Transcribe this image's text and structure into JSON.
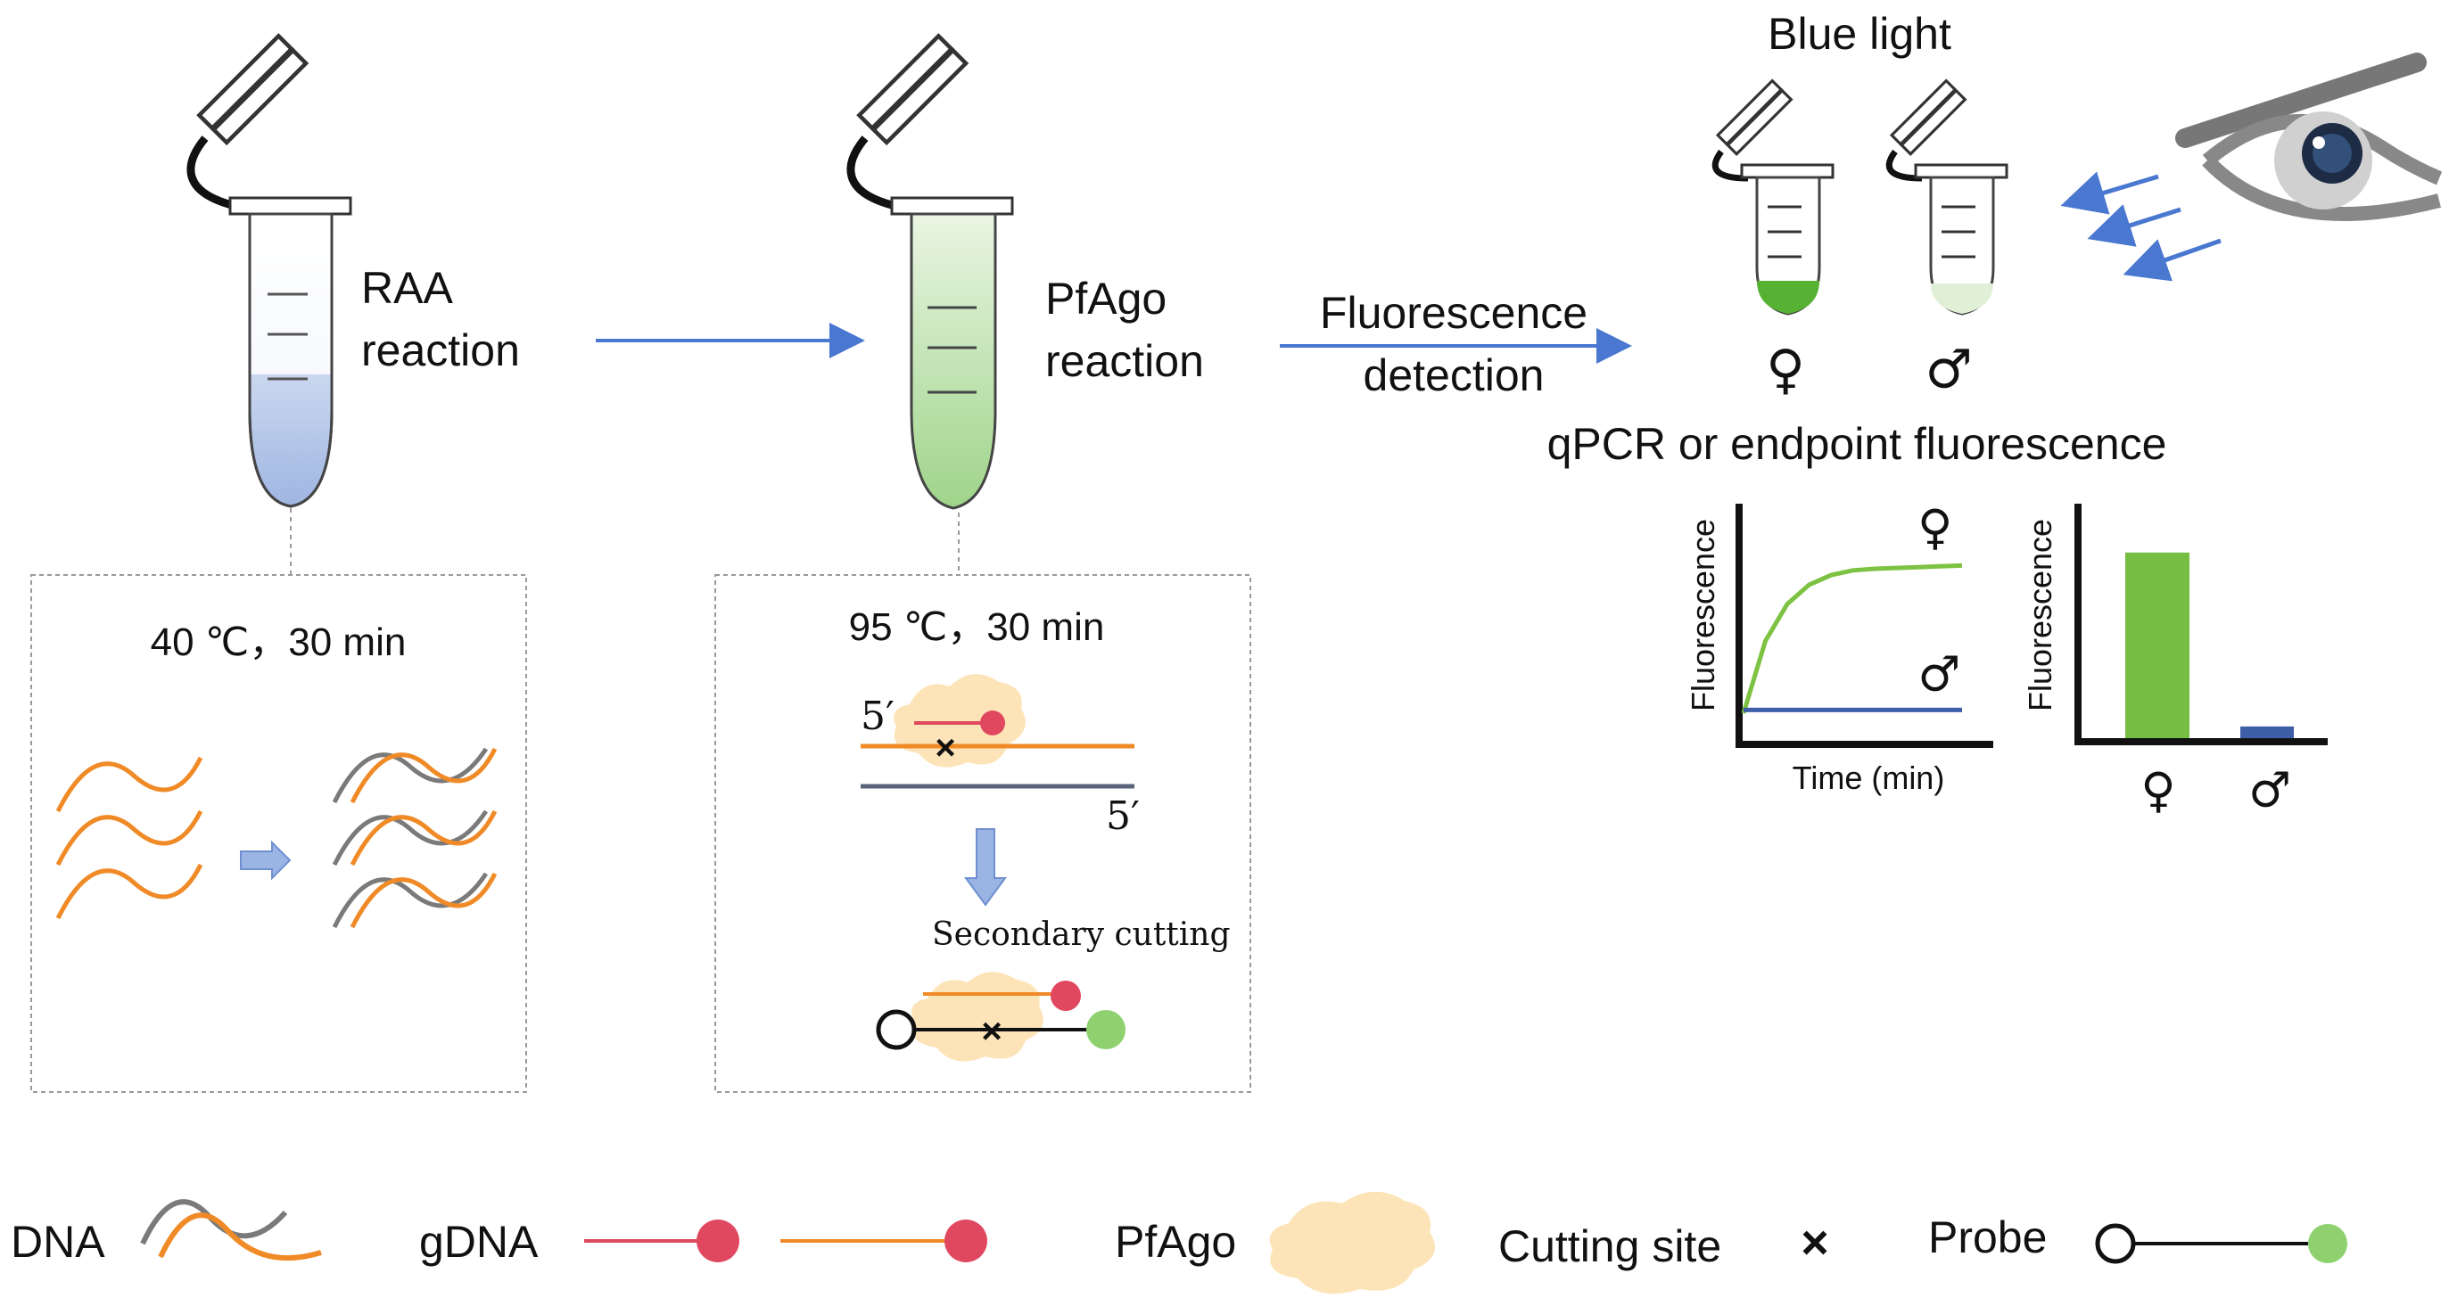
{
  "steps": {
    "raa": {
      "line1": "RAA",
      "line2": "reaction",
      "conditions": "40 ℃，30 min"
    },
    "pfago": {
      "line1": "PfAgo",
      "line2": "reaction",
      "conditions": "95 ℃，30 min",
      "five_prime_top": "5′",
      "five_prime_bottom": "5′",
      "secondary": "Secondary cutting"
    },
    "detection": {
      "line1": "Fluorescence",
      "line2": "detection"
    }
  },
  "readout": {
    "blue_light": "Blue light",
    "female_symbol": "♀",
    "male_symbol": "♂",
    "method": "qPCR or endpoint fluorescence"
  },
  "curve_chart": {
    "ylabel": "Fluorescence",
    "xlabel": "Time (min)",
    "female_label": "♀",
    "male_label": "♂"
  },
  "bar_chart": {
    "ylabel": "Fluorescence",
    "female_label": "♀",
    "male_label": "♂"
  },
  "chart_data": [
    {
      "type": "line",
      "title": "",
      "xlabel": "Time (min)",
      "ylabel": "Fluorescence",
      "x": [
        0,
        1,
        2,
        3,
        4,
        5,
        6,
        7,
        8,
        9,
        10
      ],
      "series": [
        {
          "name": "♀",
          "values": [
            0,
            0.45,
            0.68,
            0.8,
            0.86,
            0.89,
            0.9,
            0.905,
            0.91,
            0.915,
            0.92
          ],
          "color": "#7dc242"
        },
        {
          "name": "♂",
          "values": [
            0.02,
            0.02,
            0.02,
            0.02,
            0.02,
            0.02,
            0.02,
            0.02,
            0.02,
            0.02,
            0.02
          ],
          "color": "#3e5fa8"
        }
      ],
      "ylim": [
        0,
        1
      ],
      "grid": false
    },
    {
      "type": "bar",
      "title": "",
      "xlabel": "",
      "ylabel": "Fluorescence",
      "categories": [
        "♀",
        "♂"
      ],
      "values": [
        0.95,
        0.06
      ],
      "colors": [
        "#76bd43",
        "#3e5fa8"
      ],
      "ylim": [
        0,
        1.2
      ],
      "grid": false
    }
  ],
  "legend": {
    "dna": "DNA",
    "gdna": "gDNA",
    "pfago": "PfAgo",
    "cutting_site": "Cutting site",
    "cutting_mark": "×",
    "probe": "Probe"
  },
  "colors": {
    "orange": "#f08a26",
    "grey": "#7a7a7a",
    "red": "#e0485f",
    "blue_arrow": "#4a78d0",
    "green": "#7dc242",
    "navy": "#3e5fa8",
    "cloud": "#fde4b8"
  }
}
